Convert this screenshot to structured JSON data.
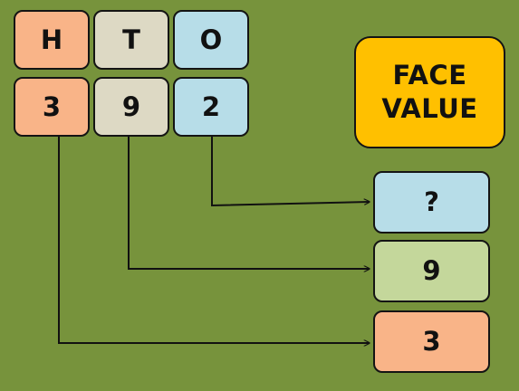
{
  "headers": {
    "hundreds": "H",
    "tens": "T",
    "ones": "O"
  },
  "digits": {
    "hundreds": "3",
    "tens": "9",
    "ones": "2"
  },
  "face_value": {
    "line1": "FACE",
    "line2": "VALUE"
  },
  "results": {
    "ones": "?",
    "tens": "9",
    "hundreds": "3"
  },
  "colors": {
    "background": "#77933c",
    "hundreds": "#f9b488",
    "tens": "#ddd9c4",
    "ones": "#b7dde8",
    "tens_result": "#c4d79b",
    "face_value": "#ffc000"
  }
}
